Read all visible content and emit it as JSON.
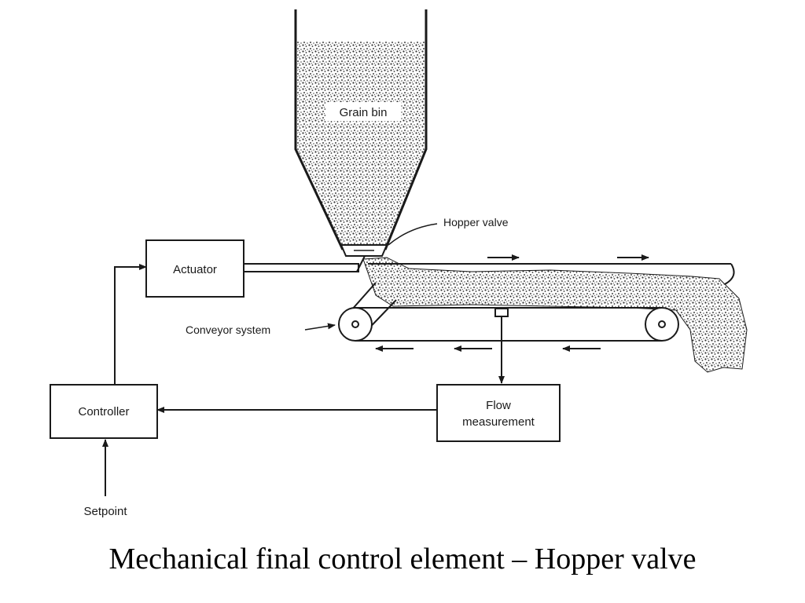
{
  "diagram": {
    "labels": {
      "grain_bin": "Grain bin",
      "hopper_valve": "Hopper valve",
      "actuator": "Actuator",
      "conveyor_system": "Conveyor system",
      "controller": "Controller",
      "flow_measurement_line1": "Flow",
      "flow_measurement_line2": "measurement",
      "setpoint": "Setpoint"
    },
    "caption": "Mechanical final control element – Hopper valve",
    "colors": {
      "line": "#1a1a1a",
      "grain": "#3a3a3a",
      "background": "#ffffff"
    }
  }
}
